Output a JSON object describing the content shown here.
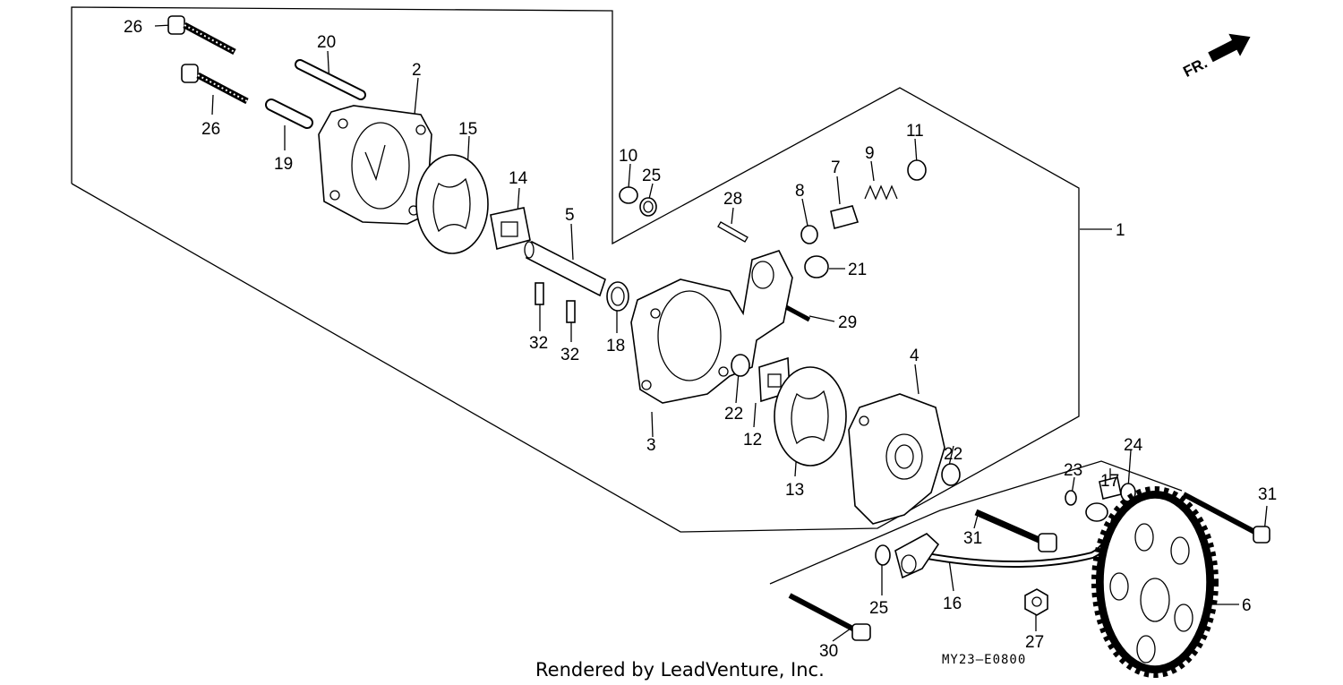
{
  "diagram": {
    "direction_mark": "FR.",
    "footer": "Rendered by LeadVenture, Inc.",
    "diagram_code": "MY23–E0800",
    "callouts": [
      "26",
      "20",
      "2",
      "26",
      "19",
      "15",
      "14",
      "5",
      "10",
      "25",
      "28",
      "8",
      "7",
      "9",
      "11",
      "1",
      "21",
      "29",
      "32",
      "32",
      "18",
      "4",
      "22",
      "12",
      "22",
      "3",
      "13",
      "23",
      "17",
      "24",
      "31",
      "31",
      "25",
      "16",
      "6",
      "27",
      "30"
    ]
  }
}
